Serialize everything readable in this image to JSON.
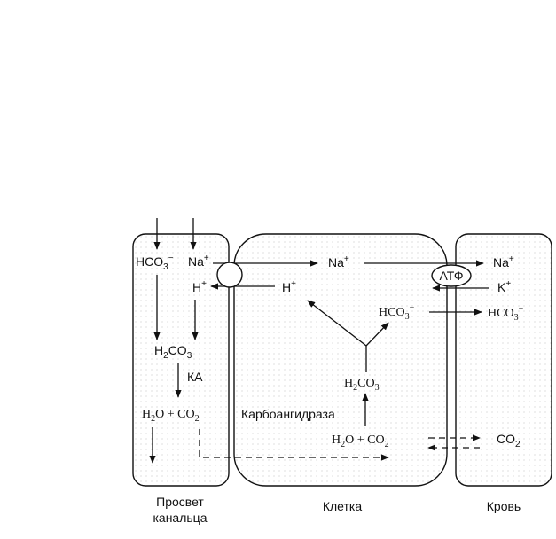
{
  "labels": {
    "lumen_hco3": "HCO",
    "lumen_hco3_sub": "3",
    "lumen_hco3_sup": "−",
    "lumen_na": "Na",
    "lumen_na_sup": "+",
    "lumen_h": "H",
    "lumen_h_sup": "+",
    "lumen_h2co3_a": "H",
    "lumen_h2co3_b": "2",
    "lumen_h2co3_c": "CO",
    "lumen_h2co3_d": "3",
    "ka": "КА",
    "lumen_water_a": "H",
    "lumen_water_b": "2",
    "lumen_water_c": "O + CO",
    "lumen_water_d": "2",
    "cell_na": "Na",
    "cell_na_sup": "+",
    "cell_h": "H",
    "cell_h_sup": "+",
    "cell_hco3": "HCO",
    "cell_hco3_sub": "3",
    "cell_hco3_sup": "−",
    "cell_h2co3_a": "H",
    "cell_h2co3_b": "2",
    "cell_h2co3_c": "CO",
    "cell_h2co3_d": "3",
    "enzyme": "Карбоангидраза",
    "cell_water_a": "H",
    "cell_water_b": "2",
    "cell_water_c": "O + CO",
    "cell_water_d": "2",
    "atp": "АТФ",
    "blood_na": "Na",
    "blood_na_sup": "+",
    "blood_k": "K",
    "blood_k_sup": "+",
    "blood_hco3": "HCO",
    "blood_hco3_sub": "3",
    "blood_hco3_sup": "−",
    "blood_co2_a": "CO",
    "blood_co2_b": "2"
  },
  "captions": {
    "lumen_line1": "Просвет",
    "lumen_line2": "канальца",
    "cell": "Клетка",
    "blood": "Кровь"
  },
  "colors": {
    "line": "#111111",
    "dots": "#c9c9c9",
    "background": "#ffffff"
  }
}
